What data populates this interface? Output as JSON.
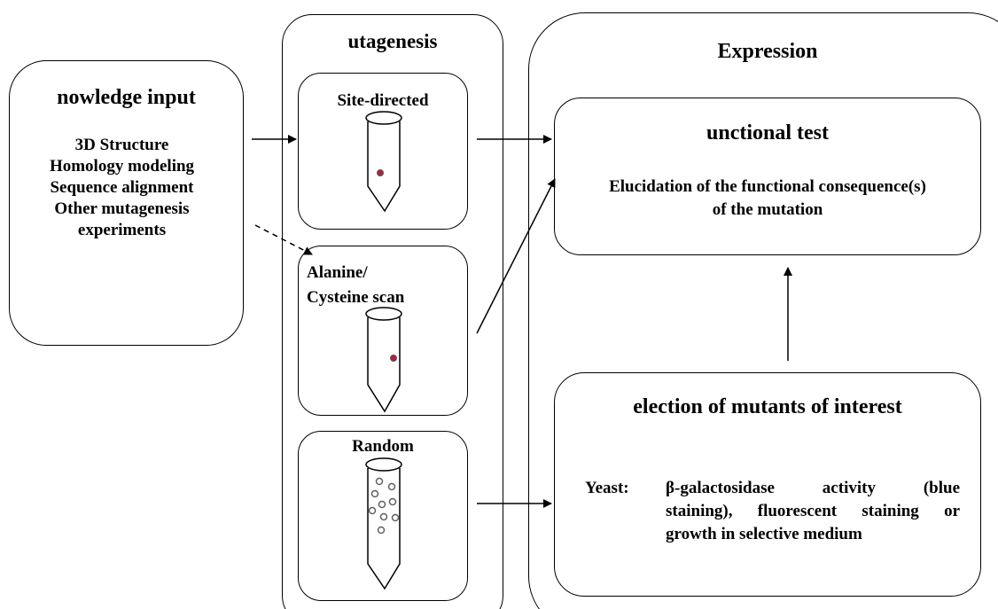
{
  "knowledge": {
    "title": "nowledge input",
    "items": [
      "3D Structure",
      "Homology modeling",
      "Sequence alignment",
      "Other mutagenesis",
      "experiments"
    ]
  },
  "mutagenesis": {
    "title": "utagenesis",
    "site_directed": "Site-directed",
    "scan_line1": "Alanine/",
    "scan_line2": "Cysteine scan",
    "random": "Random"
  },
  "expression": {
    "title": "Expression",
    "functional_title": "unctional test",
    "functional_line1": "Elucidation of the functional consequence(s)",
    "functional_line2": "of the mutation",
    "selection_title": "election of mutants of interest",
    "yeast_label": "Yeast:",
    "yeast_line1": "β-galactosidase activity (blue",
    "yeast_line2": "staining), fluorescent staining or",
    "yeast_line3": "growth in selective medium"
  },
  "colors": {
    "line": "#000000",
    "dot_red": "#b02040",
    "dot_dark": "#606060"
  }
}
